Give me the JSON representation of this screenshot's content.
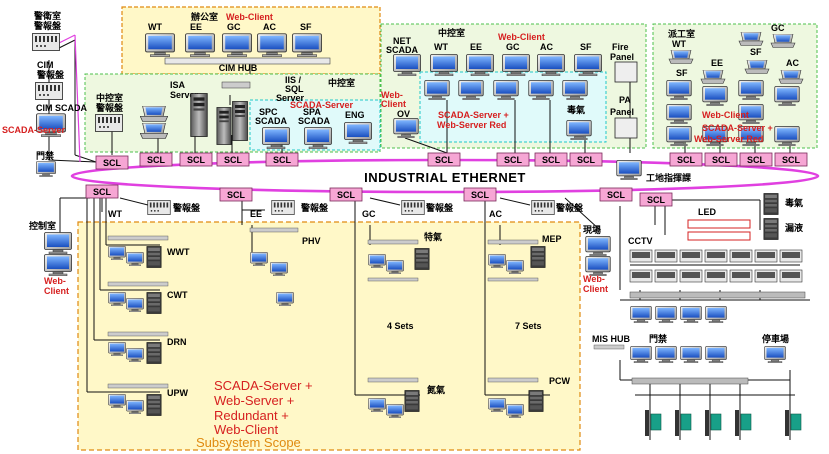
{
  "colors": {
    "scl_fill": "#f6a6d4",
    "ring": "#e040e0",
    "zone_yellow": "#fff8c8",
    "zone_green": "#eef8e0",
    "zone_cyan": "#e0fafa",
    "red_text": "#d62020",
    "orange_text": "#e08a10"
  },
  "title": "INDUSTRIAL ETHERNET",
  "scl": "SCL",
  "rooms": {
    "office": "辦公室",
    "central_control": "中控室",
    "central_control2": "中控室",
    "dispatch": "派工室",
    "security": "警衛室",
    "control_room": "控制室",
    "site_left": "現場",
    "site_right": "現場",
    "site_office": "工地指揮課"
  },
  "labels": {
    "web_client": "Web-Client",
    "cim_hub": "CIM HUB",
    "alarm_panel": "警報盤",
    "cim": "CIM",
    "cim_scada": "CIM SCADA",
    "scada_server": "SCADA-Server",
    "door": "門禁",
    "isa_server": "ISA Server",
    "iis_sql_server": "IIS / SQL Server",
    "spc_scada": "SPC SCADA",
    "spa_scada": "SPA SCADA",
    "eng": "ENG",
    "net_scada": "NET SCADA",
    "ov": "OV",
    "scada_web_red": "SCADA-Server + Web-Server Red",
    "fire_panel": "Fire Panel",
    "pa_panel": "PA Panel",
    "toxic_gas": "毒氣",
    "leak": "漏液",
    "led": "LED",
    "cctv": "CCTV",
    "mis_hub": "MIS HUB",
    "parking": "停車場",
    "special_gas": "特氣",
    "nitrogen": "氮氣",
    "four_sets": "4 Sets",
    "seven_sets": "7 Sets",
    "subsystem_scope": "Subsystem Scope",
    "subsystem_text": [
      "SCADA-Server +",
      "Web-Server +",
      "Redundant +",
      "Web-Client"
    ]
  },
  "systems": {
    "wt": "WT",
    "ee": "EE",
    "gc": "GC",
    "ac": "AC",
    "sf": "SF",
    "wwt": "WWT",
    "cwt": "CWT",
    "drn": "DRN",
    "upw": "UPW",
    "phv": "PHV",
    "mep": "MEP",
    "pcw": "PCW"
  }
}
